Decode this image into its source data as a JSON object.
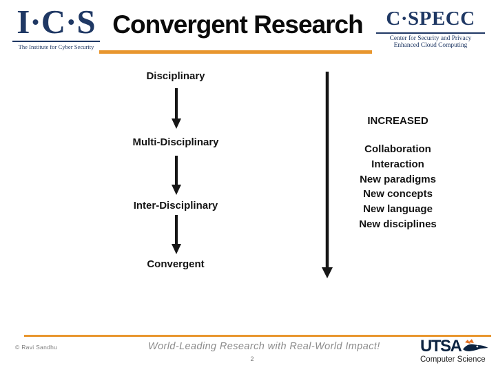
{
  "colors": {
    "accent-orange": "#E8962E",
    "brand-navy": "#1F3864",
    "utsa-navy": "#0C2340",
    "utsa-orange": "#E36F1E",
    "footer-gray": "#8C8C8C",
    "text-black": "#141414"
  },
  "header": {
    "title": "Convergent Research",
    "ics_logo": {
      "acronym": "I·C·S",
      "subtitle": "The Institute for Cyber Security"
    },
    "cspecc_logo": {
      "acronym": "C·SPECC",
      "subtitle_line1": "Center for Security and Privacy",
      "subtitle_line2": "Enhanced Cloud Computing"
    }
  },
  "diagram": {
    "stages": [
      "Disciplinary",
      "Multi-Disciplinary",
      "Inter-Disciplinary",
      "Convergent"
    ],
    "increased_label": "INCREASED",
    "effects": [
      "Collaboration",
      "Interaction",
      "New paradigms",
      "New concepts",
      "New language",
      "New disciplines"
    ]
  },
  "footer": {
    "copyright": "© Ravi Sandhu",
    "tagline": "World-Leading Research with Real-World Impact!",
    "page_number": "2",
    "utsa_logo": {
      "acronym": "UTSA",
      "department": "Computer Science"
    }
  }
}
